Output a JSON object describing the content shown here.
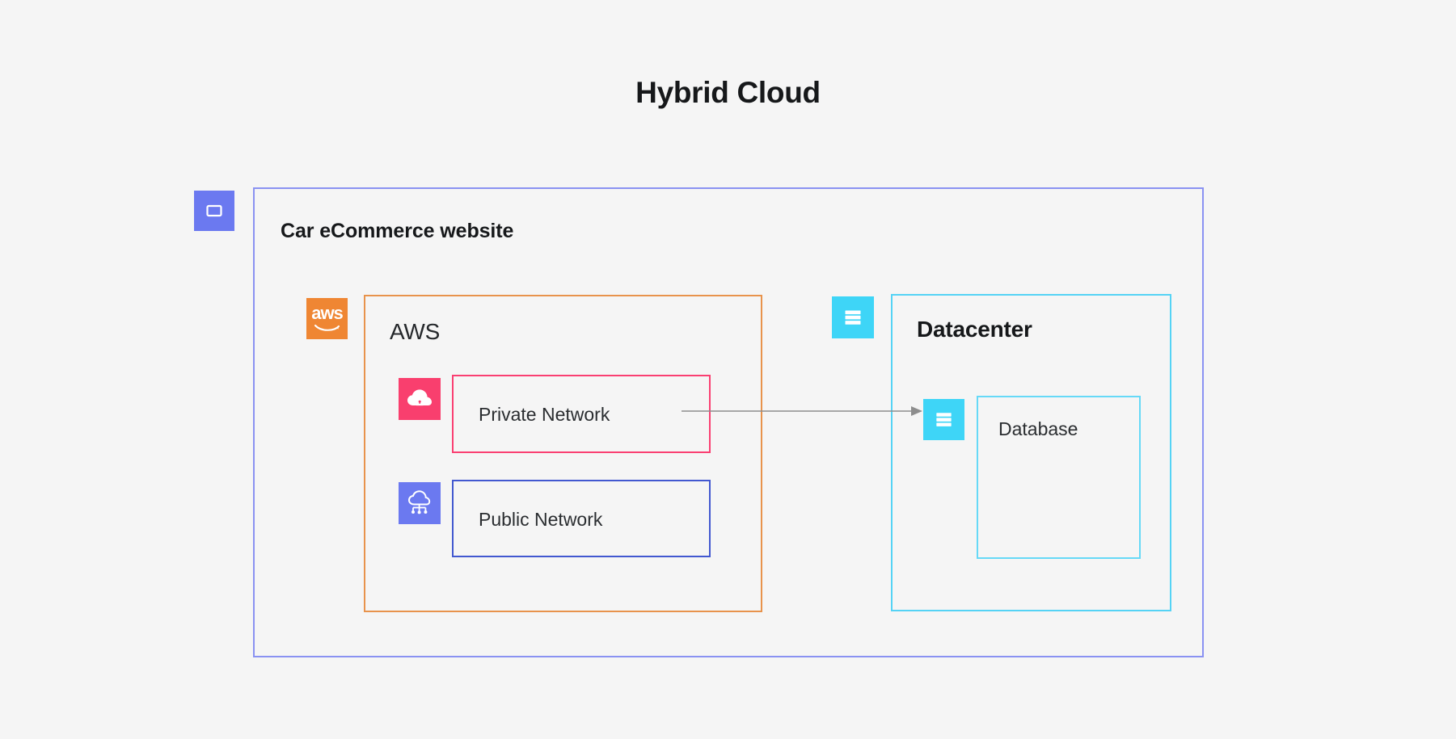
{
  "page": {
    "background_color": "#f5f5f5",
    "title": "Hybrid Cloud"
  },
  "diagram": {
    "title": "Hybrid Cloud",
    "type": "architecture-diagram",
    "containers": [
      {
        "id": "outer-container",
        "label": "Car eCommerce website",
        "border_color": "#8a92f2",
        "icon": "window-icon",
        "icon_color": "#6b79f0"
      },
      {
        "id": "aws-container",
        "label": "AWS",
        "border_color": "#e8934c",
        "icon": "aws-logo-icon",
        "icon_color": "#ef8633"
      },
      {
        "id": "datacenter-container",
        "label": "Datacenter",
        "border_color": "#55d3f5",
        "icon": "server-rack-icon",
        "icon_color": "#3ed5f7"
      }
    ],
    "nodes": [
      {
        "id": "private-network",
        "label": "Private Network",
        "border_color": "#fa3f72",
        "icon": "cloud-lock-icon",
        "icon_color": "#f93f6e",
        "parent": "aws-container"
      },
      {
        "id": "public-network",
        "label": "Public Network",
        "border_color": "#4258d0",
        "icon": "cloud-network-icon",
        "icon_color": "#6b79f0",
        "parent": "aws-container"
      },
      {
        "id": "database",
        "label": "Database",
        "border_color": "#66d9f7",
        "icon": "server-rack-icon",
        "icon_color": "#3ed5f7",
        "parent": "datacenter-container"
      }
    ],
    "connections": [
      {
        "id": "private-to-datacenter",
        "from": "private-network",
        "to": "datacenter-container",
        "color": "#8d8d8d",
        "arrowhead": "end",
        "style": "solid"
      }
    ],
    "aws_logo_text": "aws"
  }
}
